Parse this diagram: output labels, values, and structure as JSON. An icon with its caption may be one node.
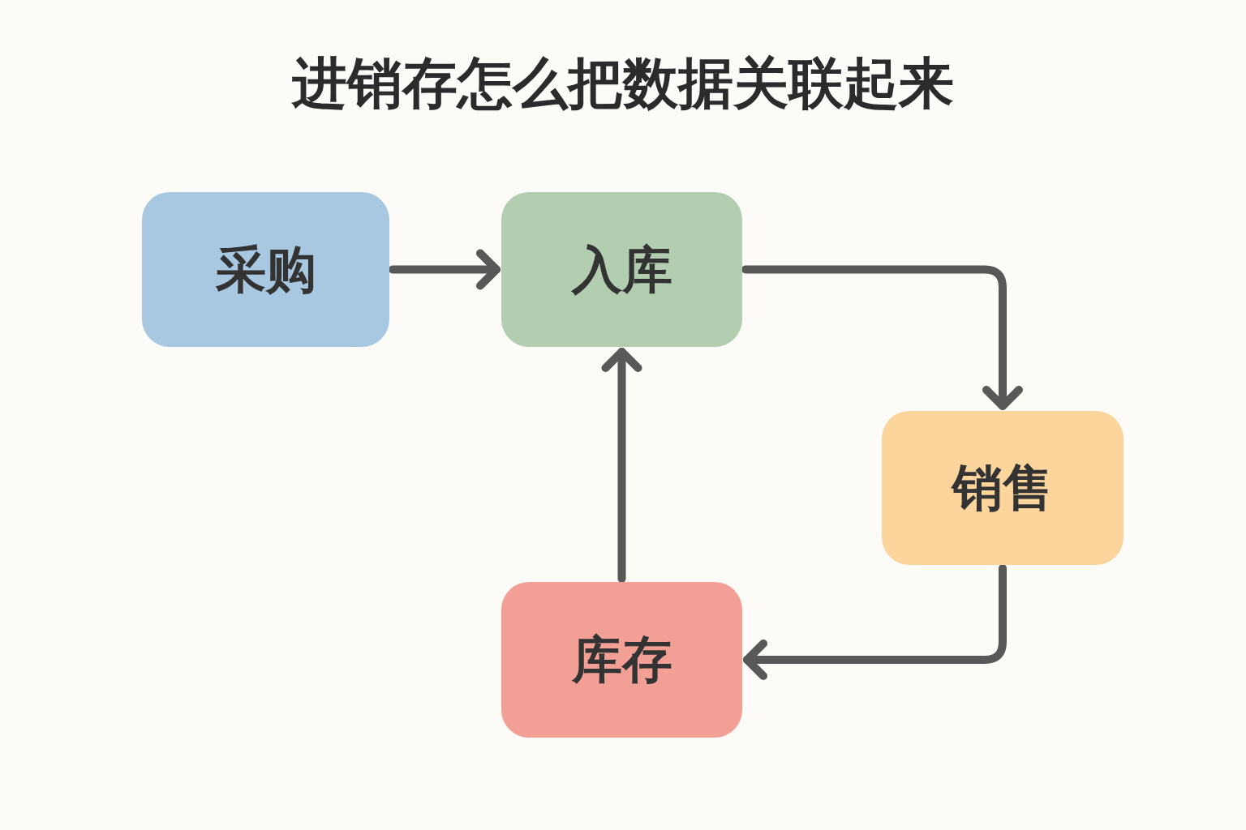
{
  "diagram": {
    "title": "进销存怎么把数据关联起来",
    "nodes": [
      {
        "text": [
          "采购"
        ]
      },
      {
        "text": [
          "入库"
        ]
      },
      {
        "text": [
          "销售"
        ]
      },
      {
        "text": [
          "库存"
        ]
      }
    ],
    "edges": [
      {
        "from": 0,
        "to": 1,
        "arrow": "to"
      },
      {
        "from": 1,
        "to": 2,
        "arrow": "to"
      },
      {
        "from": 2,
        "to": 3,
        "arrow": "to"
      },
      {
        "from": 3,
        "to": 1,
        "arrow": "to"
      }
    ]
  }
}
